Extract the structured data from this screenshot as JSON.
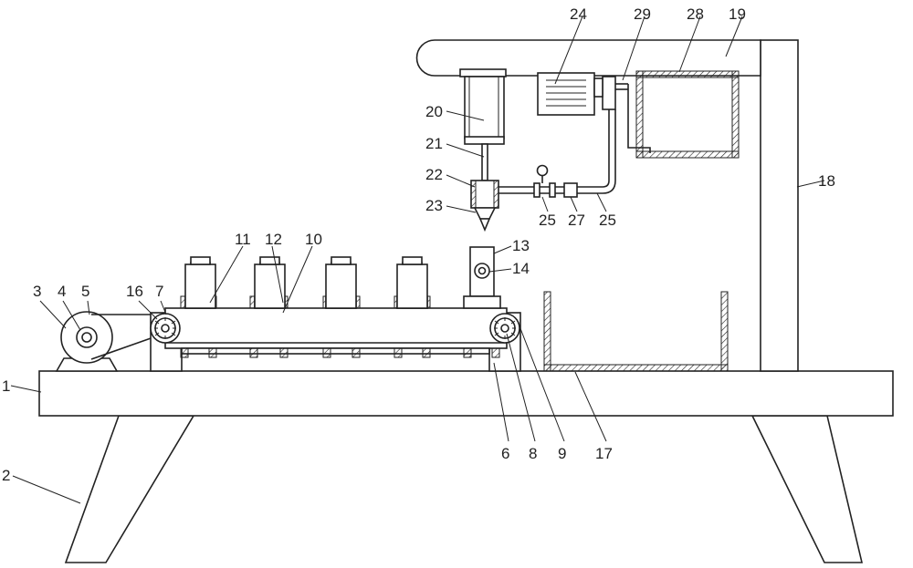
{
  "labels": {
    "l1": "1",
    "l2": "2",
    "l3": "3",
    "l4": "4",
    "l5": "5",
    "l6": "6",
    "l7": "7",
    "l8": "8",
    "l9": "9",
    "l10": "10",
    "l11": "11",
    "l12": "12",
    "l13": "13",
    "l14": "14",
    "l16": "16",
    "l17": "17",
    "l18": "18",
    "l19": "19",
    "l20": "20",
    "l21": "21",
    "l22": "22",
    "l23": "23",
    "l24": "24",
    "l25a": "25",
    "l25b": "25",
    "l27": "27",
    "l28": "28",
    "l29": "29"
  }
}
